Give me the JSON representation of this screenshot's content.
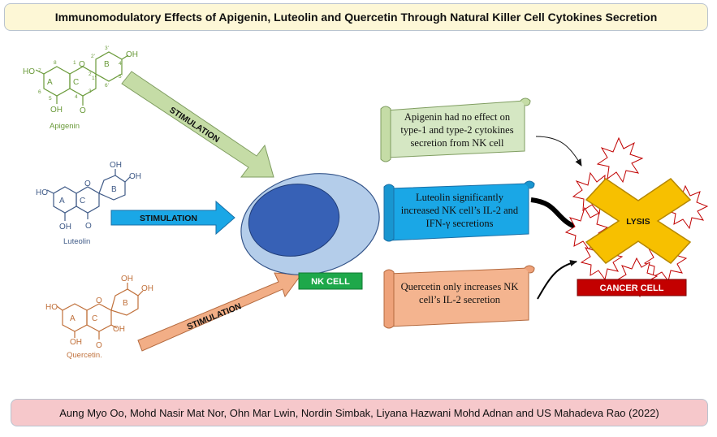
{
  "title": "Immunomodulatory Effects of Apigenin, Luteolin and Quercetin Through Natural Killer Cell Cytokines Secretion",
  "citation": "Aung Myo Oo, Mohd Nasir Mat Nor, Ohn Mar Lwin, Nordin Simbak, Liyana Hazwani Mohd Adnan and US Mahadeva Rao (2022)",
  "molecules": {
    "apigenin": {
      "name": "Apigenin",
      "color": "#6a9a3a"
    },
    "luteolin": {
      "name": "Luteolin",
      "color": "#3f5a87"
    },
    "quercetin": {
      "name": "Quercetin.",
      "color": "#c0703a"
    }
  },
  "chem_labels": {
    "ho": "HO",
    "oh": "OH",
    "o": "O",
    "a": "A",
    "b": "B",
    "c": "C",
    "n1": "1",
    "n2": "2",
    "n3": "3",
    "n4": "4",
    "n5": "5",
    "n6": "6",
    "n7": "7",
    "n8": "8",
    "n1p": "1'",
    "n2p": "2'",
    "n3p": "3'",
    "n4p": "4'",
    "n5p": "5'",
    "n6p": "6'"
  },
  "arrows": {
    "apigenin_label": "STIMULATION",
    "luteolin_label": "STIMULATION",
    "quercetin_label": "STIMULATION",
    "apigenin_color": "#c5dca6",
    "luteolin_color": "#1aa7e6",
    "quercetin_color": "#f2ae86"
  },
  "nk_cell": {
    "label": "NK CELL",
    "outer_color": "#b4cdea",
    "inner_color": "#3761b6",
    "label_bg": "#1ea84a"
  },
  "effects": {
    "apigenin": {
      "lines": [
        "Apigenin had no effect on",
        "type-1 and type-2 cytokines",
        "secretion from NK cell"
      ],
      "color": "#d5e7c3"
    },
    "luteolin": {
      "lines": [
        "Luteolin significantly",
        "increased NK cell’s IL-2 and",
        "IFN-γ secretions"
      ],
      "color": "#1aa7e6"
    },
    "quercetin": {
      "lines": [
        "Quercetin only increases NK",
        "cell’s IL-2 secretion"
      ],
      "color": "#f4b48f"
    }
  },
  "cancer_cell": {
    "lysis_label": "LYSIS",
    "label": "CANCER  CELL",
    "x_color": "#f7c000",
    "label_bg": "#c30000",
    "burst_color": "#c00000"
  }
}
